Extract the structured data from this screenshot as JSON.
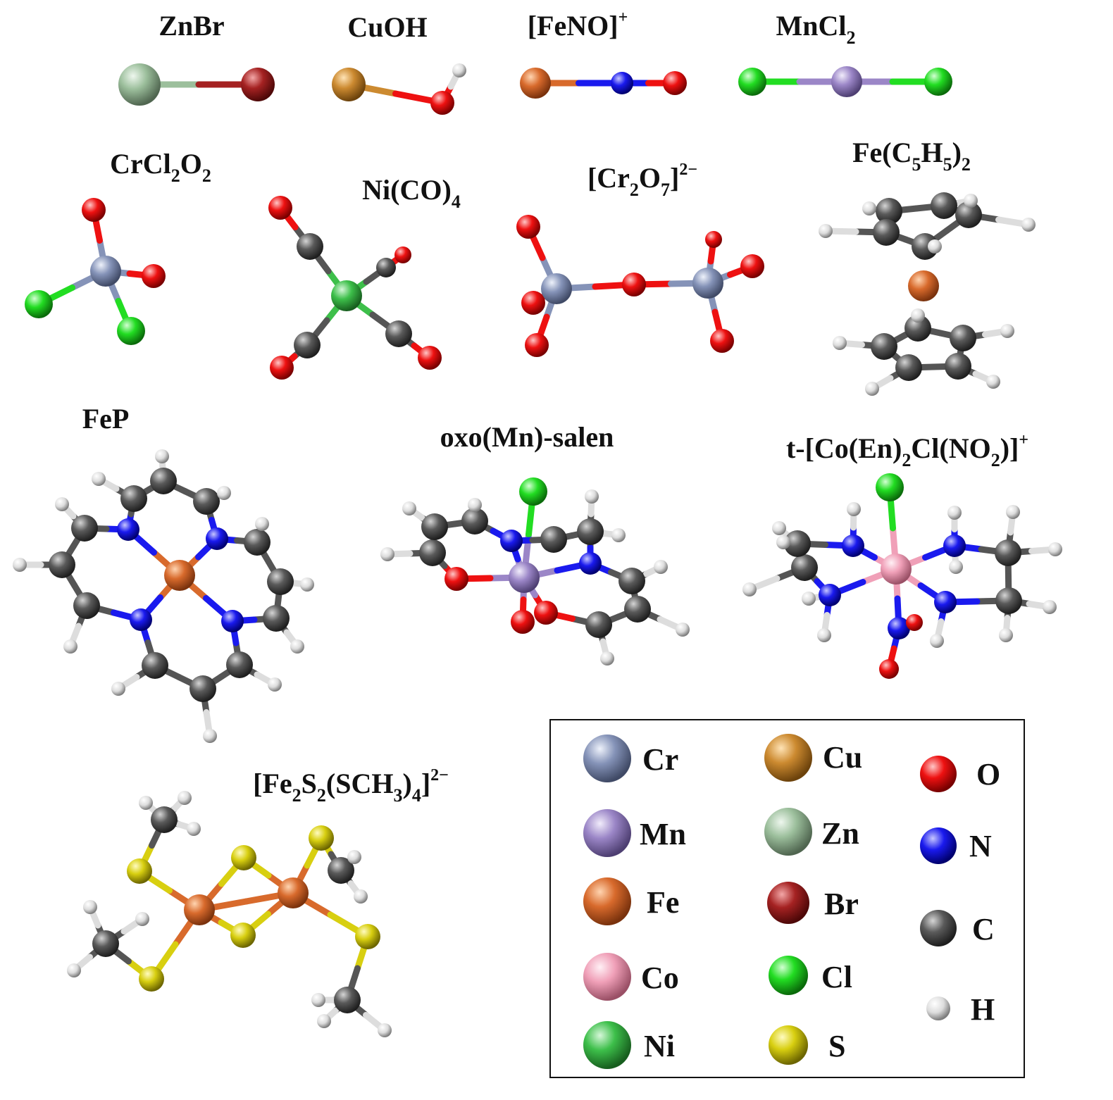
{
  "molecules": [
    {
      "id": "znbr",
      "formula": "ZnBr"
    },
    {
      "id": "cuoh",
      "formula": "CuOH"
    },
    {
      "id": "feno",
      "formula": "[FeNO]+"
    },
    {
      "id": "mncl2",
      "formula": "MnCl2"
    },
    {
      "id": "crcl2o2",
      "formula": "CrCl2O2"
    },
    {
      "id": "nico4",
      "formula": "Ni(CO)4"
    },
    {
      "id": "cr2o7",
      "formula": "[Cr2O7]2−"
    },
    {
      "id": "ferrocene",
      "formula": "Fe(C5H5)2"
    },
    {
      "id": "fep",
      "formula": "FeP"
    },
    {
      "id": "mnsalen",
      "formula": "oxo(Mn)-salen"
    },
    {
      "id": "coen",
      "formula": "t-[Co(En)2Cl(NO2)]+"
    },
    {
      "id": "fe2s2",
      "formula": "[Fe2S2(SCH3)4]2−"
    }
  ],
  "legend": [
    {
      "symbol": "Cr",
      "color": "#8593b8"
    },
    {
      "symbol": "Mn",
      "color": "#9b86c7"
    },
    {
      "symbol": "Fe",
      "color": "#d86a2c"
    },
    {
      "symbol": "Co",
      "color": "#f0a0b8"
    },
    {
      "symbol": "Ni",
      "color": "#3dbf4a"
    },
    {
      "symbol": "Cu",
      "color": "#cc8a30"
    },
    {
      "symbol": "Zn",
      "color": "#9cbf9c"
    },
    {
      "symbol": "Br",
      "color": "#a52222"
    },
    {
      "symbol": "Cl",
      "color": "#22dd22"
    },
    {
      "symbol": "S",
      "color": "#d8cf10"
    },
    {
      "symbol": "O",
      "color": "#ee1111"
    },
    {
      "symbol": "N",
      "color": "#1a1aee"
    },
    {
      "symbol": "C",
      "color": "#555555"
    },
    {
      "symbol": "H",
      "color": "#dddddd"
    }
  ]
}
